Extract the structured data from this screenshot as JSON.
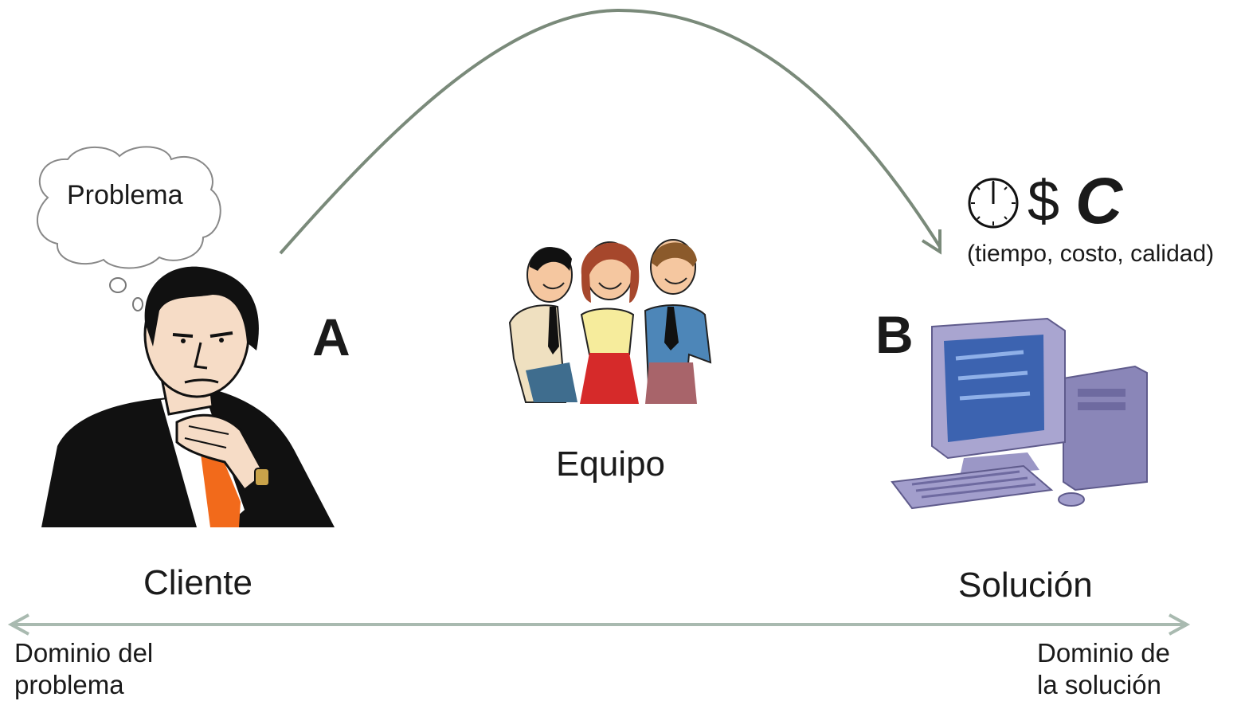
{
  "thought_bubble": {
    "text": "Problema"
  },
  "client": {
    "label": "Cliente"
  },
  "team": {
    "label": "Equipo"
  },
  "solution": {
    "label": "Solución"
  },
  "point_a": "A",
  "point_b": "B",
  "constraints": {
    "symbols": [
      "$",
      "C"
    ],
    "caption": "(tiempo, costo, calidad)",
    "icons": [
      "clock-icon",
      "dollar-icon",
      "quality-icon"
    ]
  },
  "domain_axis": {
    "left_line1": "Dominio del",
    "left_line2": "problema",
    "right_line1": "Dominio de",
    "right_line2": "la solución"
  },
  "colors": {
    "arc": "#7a8a7a",
    "axis_arrow": "#a9bab0",
    "tie": "#f26a1b",
    "text": "#1a1a1a"
  }
}
